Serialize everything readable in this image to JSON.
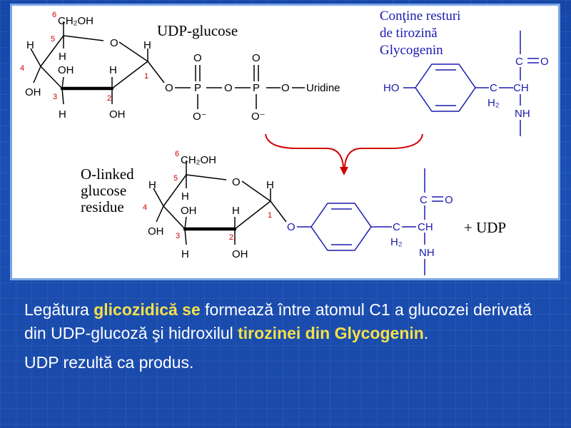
{
  "diagram": {
    "udp_glucose_label": "UDP-glucose",
    "tyrosine_note": [
      "Conţine resturi",
      "de tirozină",
      "Glycogenin"
    ],
    "olinked_label": [
      "O-linked",
      "glucose",
      "residue"
    ],
    "plus_udp": "+ UDP",
    "atoms": {
      "ch2oh": "CH₂OH",
      "o": "O",
      "h": "H",
      "oh": "OH",
      "ho": "HO",
      "p": "P",
      "o_minus": "O⁻",
      "uridine": "Uridine",
      "c": "C",
      "ch": "CH",
      "h2": "H₂",
      "nh": "NH"
    },
    "ring_numbers": [
      "1",
      "2",
      "3",
      "4",
      "5",
      "6"
    ]
  },
  "text": {
    "p1_a": " Legătura ",
    "p1_b": "glicozidică se",
    "p1_c": " formează între atomul  C1 a glucozei derivată din UDP-glucoză şi hidroxilul  ",
    "p1_d": "tirozinei din Glycogenin",
    "p1_e": ".",
    "p2": "UDP  rezultă ca  produs."
  },
  "colors": {
    "background": "#1a4aa9",
    "highlight": "#f3e04a",
    "structure_blue": "#1a1ab0",
    "arrow_red": "#d00000"
  }
}
